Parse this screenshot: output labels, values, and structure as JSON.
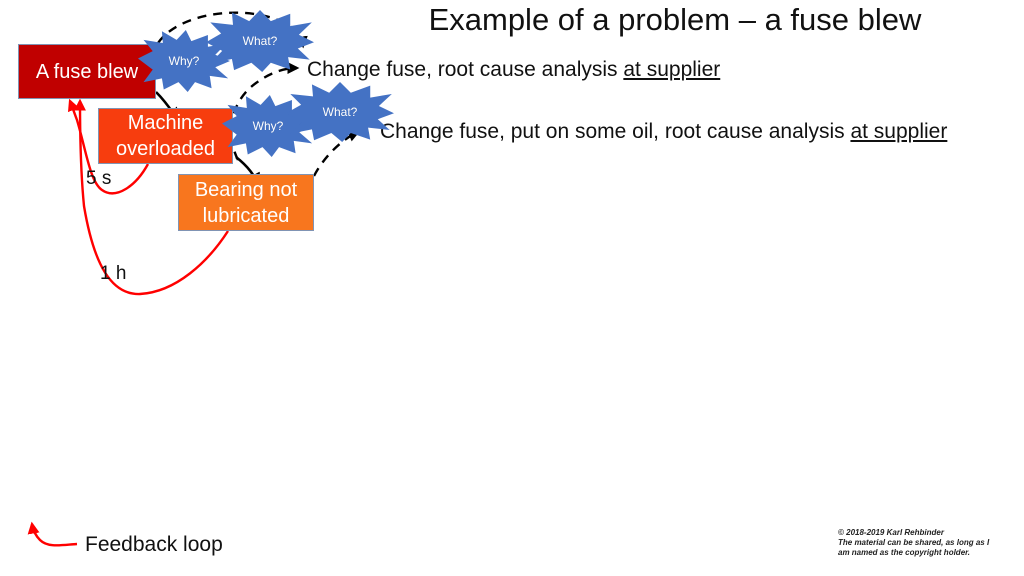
{
  "slide": {
    "title": "Example of a problem – a fuse blew",
    "background_color": "#FFFFFF"
  },
  "colors": {
    "fuse_box": "#C00000",
    "machine_box": "#F73D0E",
    "bearing_box": "#F8761E",
    "burst": "#4472C4",
    "burst_shade": "#2F5597",
    "feedback_arrow": "#FF0000",
    "causal_arrow": "#000000",
    "box_border": "#8094B4",
    "text": "#111111"
  },
  "cause_chain": {
    "boxes": [
      {
        "id": "fuse",
        "label": "A fuse blew",
        "color": "#C00000"
      },
      {
        "id": "machine",
        "label": "Machine overloaded",
        "color": "#F73D0E"
      },
      {
        "id": "bearing",
        "label": "Bearing not lubricated",
        "color": "#F8761E"
      }
    ]
  },
  "bursts": [
    {
      "id": "why-1",
      "label": "Why?"
    },
    {
      "id": "what-1",
      "label": "What?"
    },
    {
      "id": "why-2",
      "label": "Why?"
    },
    {
      "id": "what-2",
      "label": "What?"
    }
  ],
  "actions": [
    {
      "id": "action-1",
      "prefix": "Change fuse, root cause analysis ",
      "emphasis": "at supplier"
    },
    {
      "id": "action-2",
      "prefix": "Change fuse, put on some oil, root cause analysis ",
      "emphasis": "at supplier"
    }
  ],
  "feedback_loops": [
    {
      "id": "loop-5s",
      "label": "5 s",
      "from": "Machine overloaded",
      "to": "A fuse blew"
    },
    {
      "id": "loop-1h",
      "label": "1 h",
      "from": "Bearing not lubricated",
      "to": "A fuse blew"
    }
  ],
  "legend": {
    "label": "Feedback loop",
    "arrow_color": "#FF0000"
  },
  "copyright": {
    "line1": "© 2018-2019 Karl Rehbinder",
    "line2": "The material can be shared, as long as I",
    "line3": "am named as the copyright holder."
  }
}
